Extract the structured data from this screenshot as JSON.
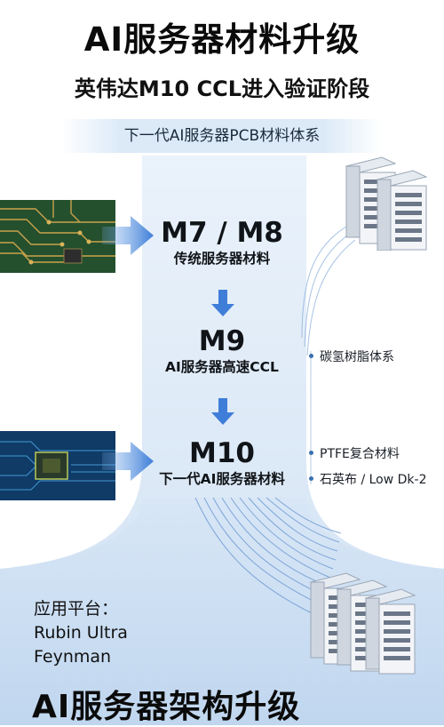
{
  "header": {
    "title": "AI服务器材料升级",
    "subtitle": "英伟达M10 CCL进入验证阶段",
    "banner": "下一代AI服务器PCB材料体系"
  },
  "nodes": [
    {
      "code": "M7 / M8",
      "desc": "传统服务器材料"
    },
    {
      "code": "M9",
      "desc": "AI服务器高速CCL"
    },
    {
      "code": "M10",
      "desc": "下一代AI服务器材料"
    }
  ],
  "materials": [
    {
      "label": "碳氢树脂体系"
    },
    {
      "label": "PTFE复合材料"
    },
    {
      "label": "石英布 / Low Dk-2"
    }
  ],
  "platform": {
    "heading": "应用平台：",
    "items": [
      "Rubin Ultra",
      "Feynman"
    ]
  },
  "footer": {
    "title": "AI服务器架构升级"
  },
  "colors": {
    "accent_blue": "#3f7ed8",
    "flow_blue": "#cfe0f3",
    "pcb_green": "#1f4a2a",
    "pcb_blue": "#0e3a66"
  },
  "icons": [
    "server-rack-icon",
    "pcb-board-image",
    "chip-icon",
    "arrow-right-icon",
    "arrow-down-icon"
  ]
}
